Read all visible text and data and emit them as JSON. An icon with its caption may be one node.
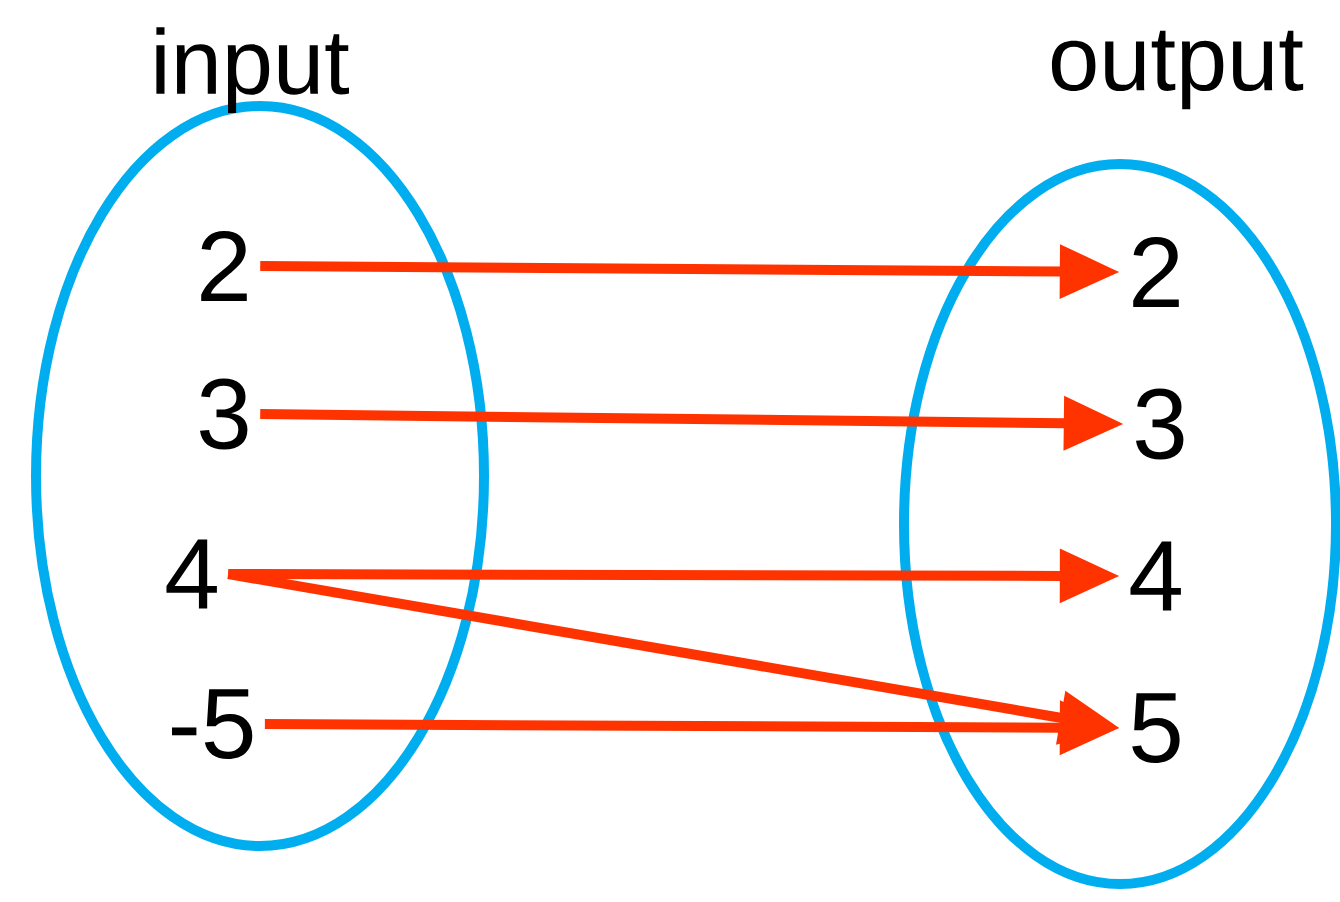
{
  "diagram": {
    "nodes": [
      {
        "text": [
          "input"
        ]
      },
      {
        "text": [
          "output"
        ]
      },
      {
        "text": [
          "2"
        ],
        "in": 0
      },
      {
        "text": [
          "3"
        ],
        "in": 0
      },
      {
        "text": [
          "4"
        ],
        "in": 0
      },
      {
        "text": [
          "-5"
        ],
        "in": 0
      },
      {
        "text": [
          "2"
        ],
        "in": 1
      },
      {
        "text": [
          "3"
        ],
        "in": 1
      },
      {
        "text": [
          "4"
        ],
        "in": 1
      },
      {
        "text": [
          "5"
        ],
        "in": 1
      }
    ],
    "edges": [
      {
        "from": 2,
        "to": 6,
        "arrow": "to"
      },
      {
        "from": 3,
        "to": 7,
        "arrow": "to"
      },
      {
        "from": 4,
        "to": 8,
        "arrow": "to"
      },
      {
        "from": 4,
        "to": 9,
        "arrow": "to"
      },
      {
        "from": 5,
        "to": 9,
        "arrow": "to"
      }
    ]
  }
}
